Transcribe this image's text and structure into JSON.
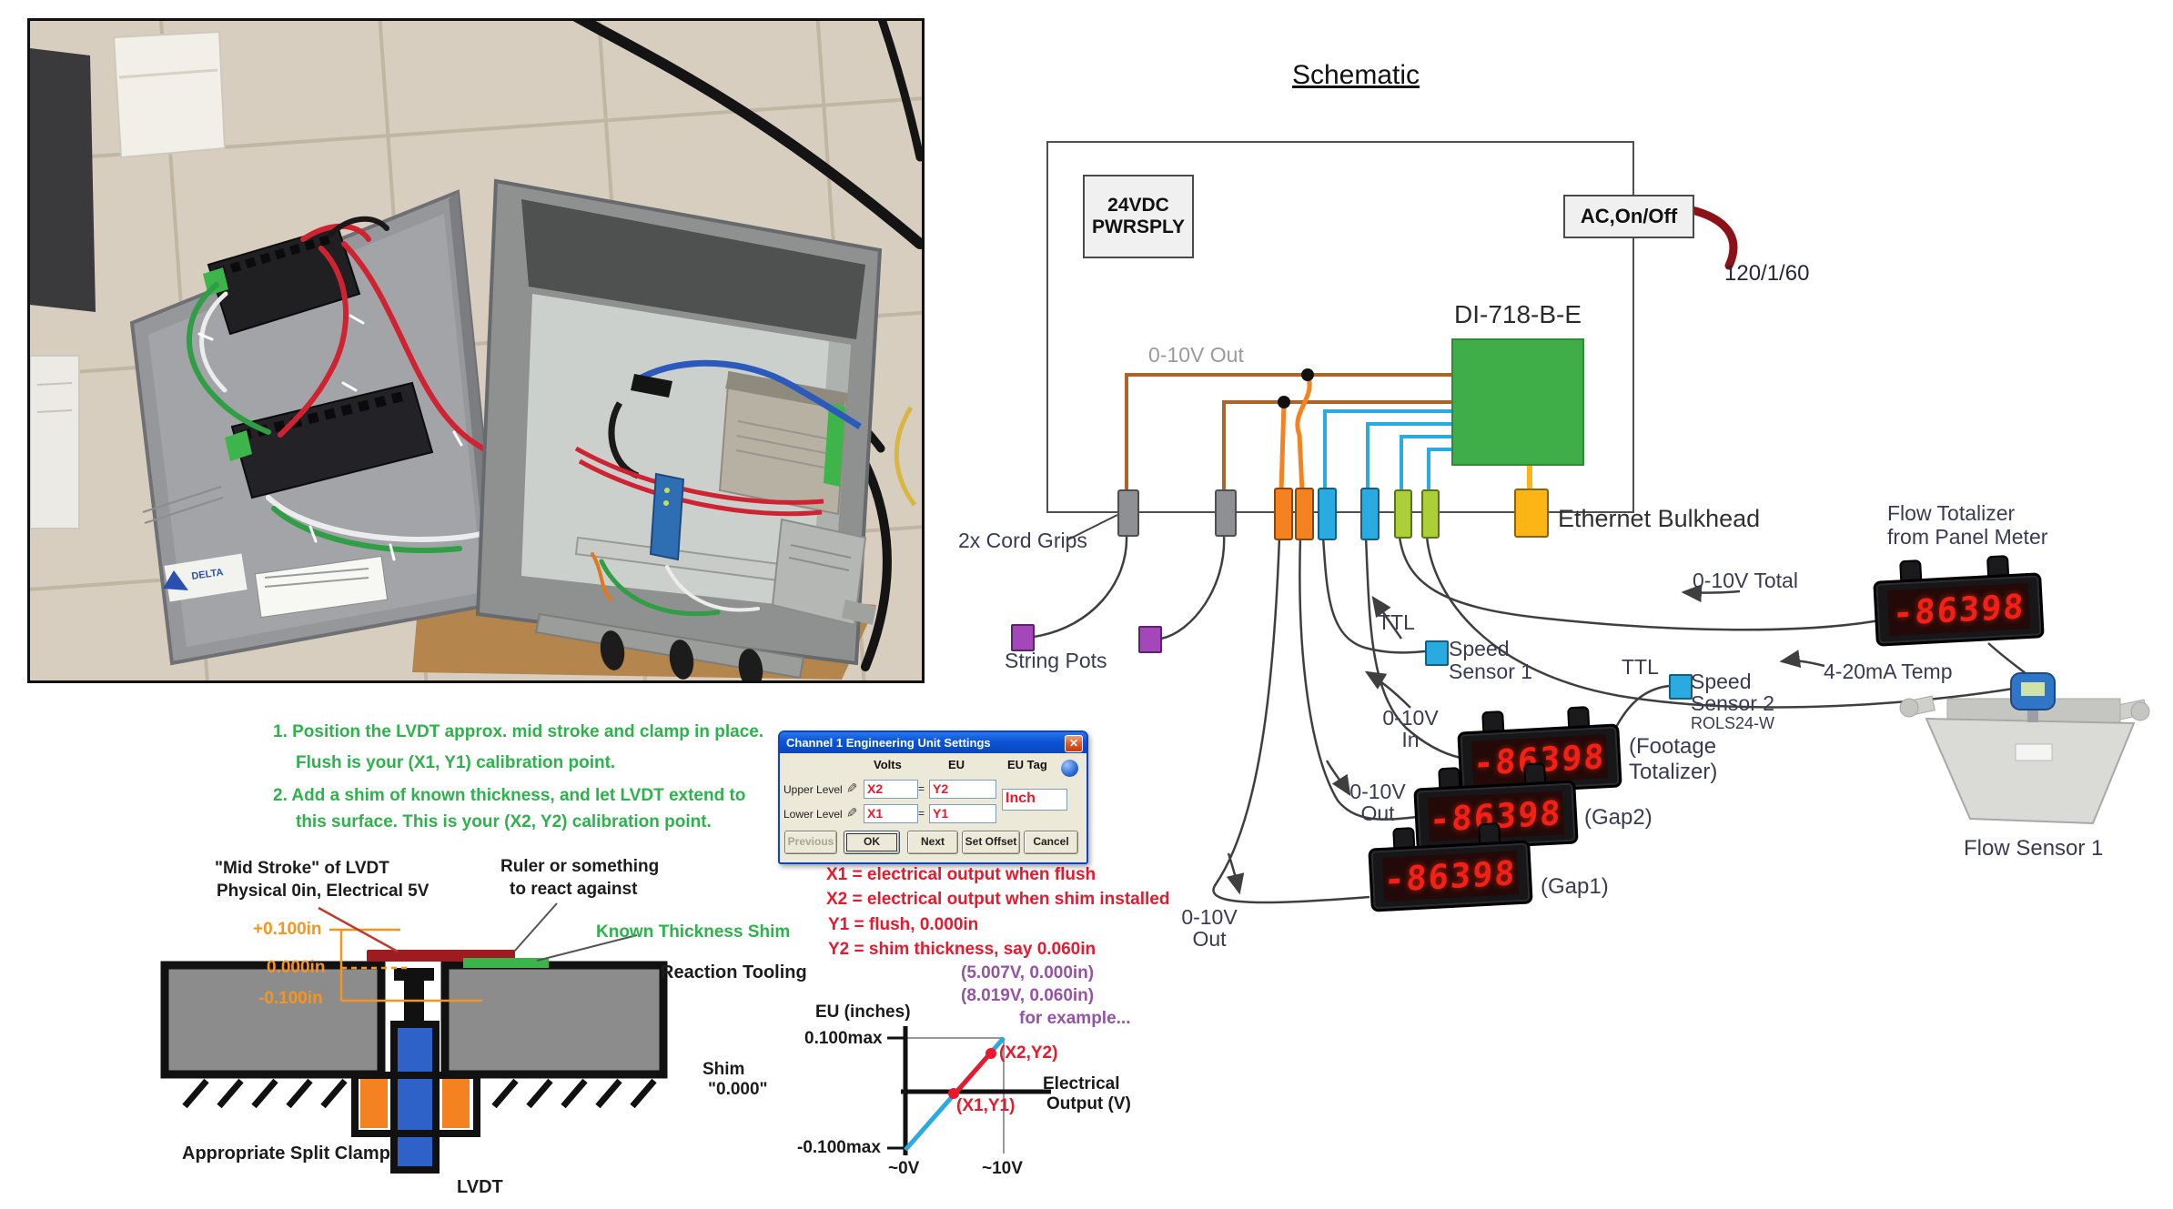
{
  "photo": {
    "sticker_brand": "DELTA"
  },
  "schematic": {
    "title": "Schematic",
    "psu_line1": "24VDC",
    "psu_line2": "PWRSPLY",
    "ac_switch": "AC,On/Off",
    "mains": "120/1/60",
    "logger_model": "DI-718-B-E",
    "out_top": "0-10V Out",
    "cord_grips": "2x Cord Grips",
    "string_pots": "String Pots",
    "ethernet": "Ethernet Bulkhead",
    "ttl1": "TTL",
    "ttl2": "TTL",
    "speed1_line1": "Speed",
    "speed1_line2": "Sensor 1",
    "speed2_line1": "Speed",
    "speed2_line2": "Sensor 2",
    "speed2_line3": "ROLS24-W",
    "in_line1": "0-10V",
    "in_line2": "In",
    "out_gap2_line1": "0-10V",
    "out_gap2_line2": "Out",
    "out_gap1_line1": "0-10V",
    "out_gap1_line2": "Out",
    "footage_line1": "(Footage",
    "footage_line2": "Totalizer)",
    "gap2": "(Gap2)",
    "gap1": "(Gap1)",
    "flowtot_line1": "Flow Totalizer",
    "flowtot_line2": "from Panel Meter",
    "total": "0-10V Total",
    "temp": "4-20mA Temp",
    "flow_sensor": "Flow Sensor 1",
    "led_value": "-86398"
  },
  "lvdt": {
    "instr1": "1. Position the LVDT approx. mid stroke and clamp in place.",
    "instr2": "Flush is your (X1, Y1) calibration point.",
    "instr3": "2. Add a shim of known thickness, and let LVDT extend to",
    "instr4": "this surface.  This is your (X2, Y2) calibration point.",
    "mid_stroke_line1": "\"Mid Stroke\" of LVDT",
    "mid_stroke_line2": "Physical 0in, Electrical 5V",
    "ruler_line1": "Ruler or something",
    "ruler_line2": "to react against",
    "shim_note": "Known Thickness Shim",
    "dim_plus": "+0.100in",
    "dim_zero": "0.000in",
    "dim_minus": "-0.100in",
    "reaction_tooling": "Reaction Tooling",
    "split_clamp": "Appropriate Split Clamp",
    "lvdt_label": "LVDT",
    "shim_line1": "Shim",
    "shim_line2": "\"0.000\""
  },
  "dialog": {
    "title": "Channel 1 Engineering Unit Settings",
    "icons": {
      "close": "✕",
      "pencil": "✎"
    },
    "headers": {
      "volts": "Volts",
      "eu": "EU",
      "eu_tag": "EU Tag"
    },
    "rows": {
      "upper": "Upper Level",
      "lower": "Lower Level"
    },
    "equals": "=",
    "values": {
      "x2": "X2",
      "y2": "Y2",
      "x1": "X1",
      "y1": "Y1",
      "eu_tag": "Inch"
    },
    "buttons": [
      "Previous",
      "OK",
      "Next",
      "Set Offset",
      "Cancel"
    ]
  },
  "notes": {
    "red1": "X1 = electrical output when flush",
    "red2": "X2 = electrical output when shim installed",
    "red3": "Y1 = flush, 0.000in",
    "red4": "Y2 = shim thickness, say 0.060in",
    "purple1": "(5.007V, 0.000in)",
    "purple2": "(8.019V, 0.060in)",
    "purple3": "for example..."
  },
  "graph": {
    "y_axis_label": "EU (inches)",
    "y_max": "0.100max",
    "y_min": "-0.100max",
    "x_min": "~0V",
    "x_max": "~10V",
    "x_label_line1": "Electrical",
    "x_label_line2": "Output (V)",
    "point_upper": "(X2,Y2)",
    "point_lower": "(X1,Y1)"
  },
  "colors": {
    "wire_brown": "#b06328",
    "wire_orange": "#f58220",
    "wire_blue": "#29abe2",
    "connector_gray": "#8f9093",
    "connector_lime": "#aacf37",
    "connector_yellow": "#fdb515",
    "logger_green": "#3fae49",
    "string_pot_purple": "#a347ba",
    "led_red": "#f52015",
    "note_red": "#e8192c",
    "note_purple": "#9553a8",
    "instruction_green": "#2eb24c",
    "dim_orange": "#f7941d"
  }
}
